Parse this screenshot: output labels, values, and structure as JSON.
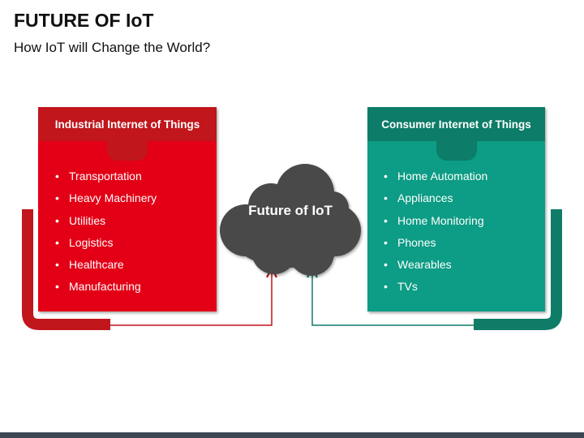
{
  "title": "FUTURE OF IoT",
  "subtitle": "How IoT will Change the World?",
  "center": {
    "label": "Future of IoT",
    "color": "#4a4a4a"
  },
  "left_panel": {
    "heading": "Industrial Internet of Things",
    "header_color": "#c0161c",
    "body_color": "#e30613",
    "items": [
      "Transportation",
      "Heavy Machinery",
      "Utilities",
      "Logistics",
      "Healthcare",
      "Manufacturing"
    ]
  },
  "right_panel": {
    "heading": "Consumer Internet of Things",
    "header_color": "#0f7c68",
    "body_color": "#109c85",
    "items": [
      "Home Automation",
      "Appliances",
      "Home Monitoring",
      "Phones",
      "Wearables",
      "TVs"
    ]
  },
  "footer_bar_color": "#3d4752"
}
